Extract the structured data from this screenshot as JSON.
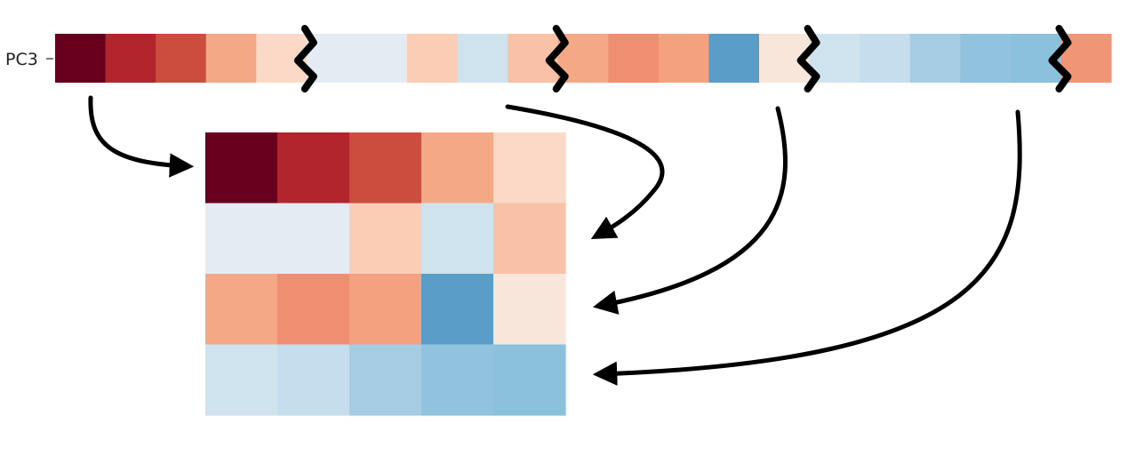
{
  "strip": {
    "label": "PC3",
    "cells": [
      "#67001f",
      "#b2252c",
      "#cc4c3e",
      "#f5a886",
      "#fcd9c6",
      "#e4ecf3",
      "#e4ecf3",
      "#fbcdb5",
      "#cfe3ef",
      "#f9c1a5",
      "#f5a886",
      "#ef8e70",
      "#f3a17e",
      "#5b9dc9",
      "#f8e6da",
      "#cfe3ef",
      "#c6dded",
      "#a6cce3",
      "#92c3de",
      "#8cc1dc",
      "#f09677"
    ],
    "break_after": [
      5,
      10,
      15,
      20
    ]
  },
  "matrix": {
    "rows": [
      [
        "#67001f",
        "#b2252c",
        "#cc4c3e",
        "#f5a886",
        "#fcd9c6"
      ],
      [
        "#e4ecf3",
        "#e4ecf3",
        "#fbcdb5",
        "#cfe3ef",
        "#f9c1a5"
      ],
      [
        "#f5a886",
        "#ef8e70",
        "#f3a17e",
        "#5b9dc9",
        "#f8e6da"
      ],
      [
        "#cfe3ef",
        "#c6dded",
        "#a6cce3",
        "#92c3de",
        "#8cc1dc"
      ]
    ]
  },
  "arrows": [
    {
      "from_segment": 1,
      "to_row": 1
    },
    {
      "from_segment": 2,
      "to_row": 2
    },
    {
      "from_segment": 3,
      "to_row": 3
    },
    {
      "from_segment": 4,
      "to_row": 4
    }
  ]
}
